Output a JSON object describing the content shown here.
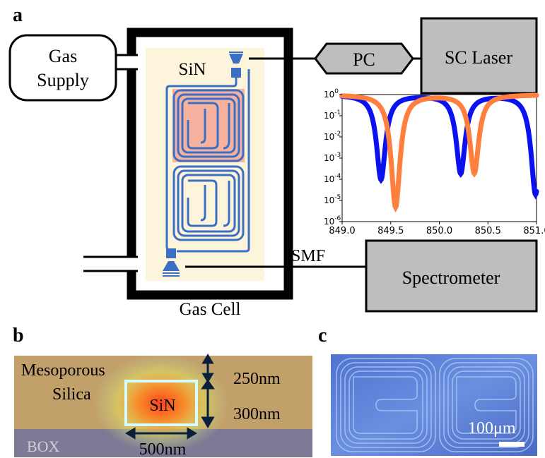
{
  "panels": {
    "a": {
      "label": "a",
      "gas_supply": [
        "Gas",
        "Supply"
      ],
      "chip_label": "SiN",
      "pc_label": "PC",
      "laser_label": "SC Laser",
      "smf_label": "SMF",
      "spectrometer_label": "Spectrometer",
      "gas_cell_label": "Gas Cell"
    },
    "b": {
      "label": "b",
      "cladding": [
        "Mesoporous",
        "Silica"
      ],
      "core_label": "SiN",
      "box_label": "BOX",
      "dim_top": "250nm",
      "dim_height": "300nm",
      "dim_width": "500nm"
    },
    "c": {
      "label": "c",
      "scale_label": "100μm"
    }
  },
  "colors": {
    "box_gray": "#bebebe",
    "chip_bg": "#fdf4dc",
    "waveguide": "#3b6fc4",
    "highlight": "#f4a090",
    "series_blue": "#0a12f0",
    "series_orange": "#ff7f3f",
    "cladding": "#c2a06a",
    "box_layer": "#7e7a95",
    "micrograph": "#5a7fd6"
  },
  "chart_data": {
    "type": "line",
    "title": "",
    "xlabel": "",
    "ylabel": "",
    "xlim": [
      849.0,
      851.0
    ],
    "ylim": [
      1e-06,
      1
    ],
    "yscale": "log",
    "x_ticks": [
      "849.0",
      "849.5",
      "850.0",
      "850.5",
      "851.0"
    ],
    "y_ticks": [
      "10^0",
      "10^-1",
      "10^-2",
      "10^-3",
      "10^-4",
      "10^-5",
      "10^-6"
    ],
    "series": [
      {
        "color": "#0a12f0",
        "dips": [
          {
            "x": 849.4,
            "min": 0.0001
          },
          {
            "x": 850.22,
            "min": 0.0002
          },
          {
            "x": 850.99,
            "min": 2e-05
          }
        ]
      },
      {
        "color": "#ff7f3f",
        "dips": [
          {
            "x": 849.55,
            "min": 5e-06
          },
          {
            "x": 850.36,
            "min": 0.0002
          }
        ]
      }
    ]
  }
}
